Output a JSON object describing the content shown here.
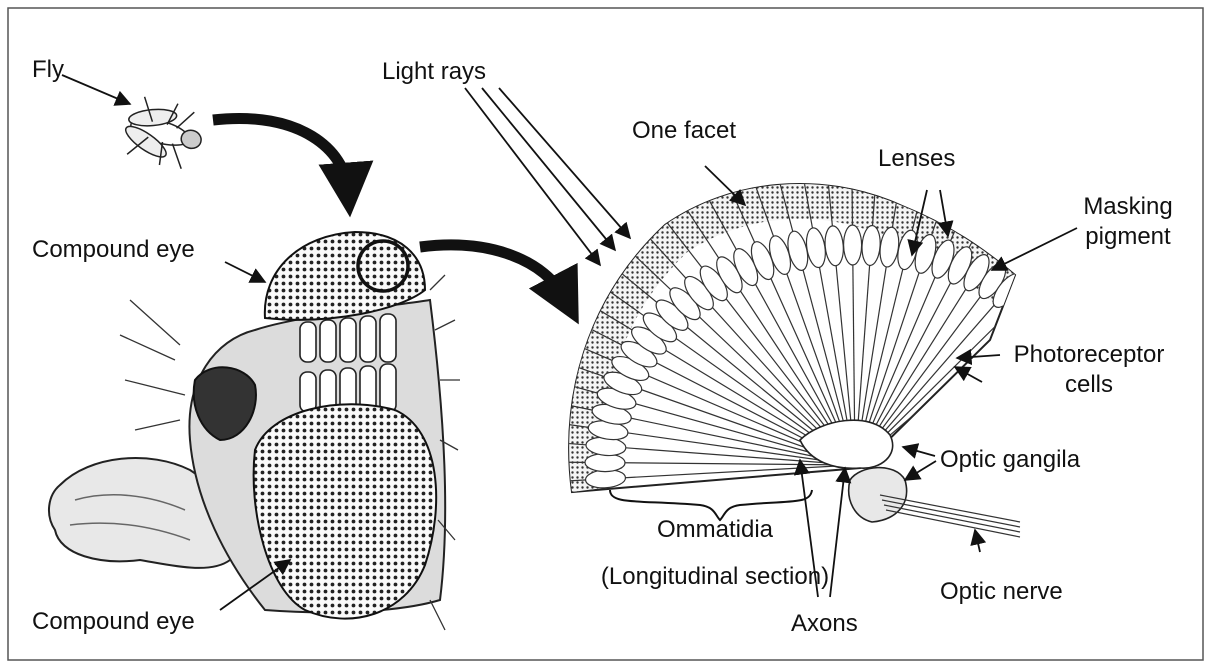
{
  "labels": {
    "fly": "Fly",
    "light_rays": "Light rays",
    "one_facet": "One facet",
    "lenses": "Lenses",
    "masking_pigment_1": "Masking",
    "masking_pigment_2": "pigment",
    "compound_eye_top": "Compound eye",
    "compound_eye_bottom": "Compound eye",
    "photoreceptor_1": "Photoreceptor",
    "photoreceptor_2": "cells",
    "optic_ganglia": "Optic gangila",
    "ommatidia": "Ommatidia",
    "longitudinal_section": "(Longitudinal section)",
    "optic_nerve": "Optic nerve",
    "axons": "Axons"
  },
  "colors": {
    "ink": "#111111",
    "frame": "#555555",
    "background": "#ffffff"
  }
}
